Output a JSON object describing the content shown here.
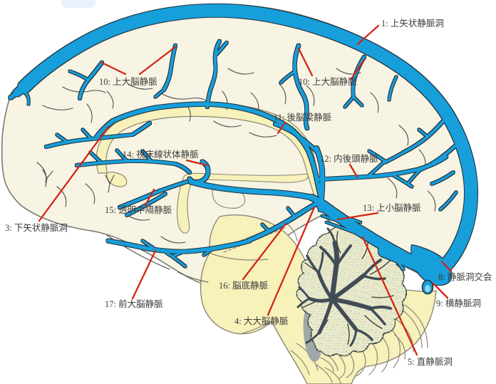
{
  "labels": [
    {
      "id": "1",
      "text": "1: 上矢状静脈洞"
    },
    {
      "id": "10L",
      "text": "10: 上大脳静脈"
    },
    {
      "id": "10R",
      "text": "10: 上大脳静脈"
    },
    {
      "id": "11",
      "text": "11: 後脳梁静脈"
    },
    {
      "id": "12",
      "text": "12: 内後頭静脈"
    },
    {
      "id": "14",
      "text": "14: 視床線状体静脈"
    },
    {
      "id": "15",
      "text": "15: 透明中隔静脈"
    },
    {
      "id": "3",
      "text": "3: 下矢状静脈洞"
    },
    {
      "id": "17",
      "text": "17: 前大脳静脈"
    },
    {
      "id": "16",
      "text": "16: 脳底静脈"
    },
    {
      "id": "4",
      "text": "4: 大大脳静脈"
    },
    {
      "id": "13",
      "text": "13: 上小脳静脈"
    },
    {
      "id": "8",
      "text": "8: 静脈洞交会"
    },
    {
      "id": "9",
      "text": "9: 横静脈洞"
    },
    {
      "id": "5",
      "text": "5: 直静脈洞"
    }
  ],
  "colors": {
    "vein-blue": "#189fdb",
    "leader-red": "#d32516",
    "brain-cream": "#f8f4e3",
    "inner-yellow": "#f7f1ba",
    "cerebellum-gray-blue": "#c9dad3",
    "cerebellum-dark": "#46525c",
    "label-text": "#3a3a3a"
  }
}
